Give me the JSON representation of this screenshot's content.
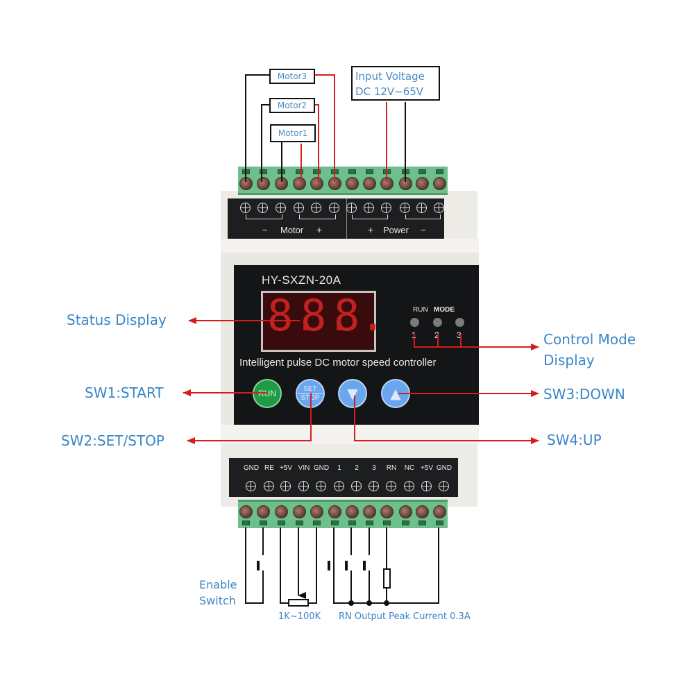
{
  "top_labels": {
    "motor3": "Motor3",
    "motor2": "Motor2",
    "motor1": "Motor1",
    "input_voltage_line1": "Input Voltage",
    "input_voltage_line2": "DC 12V~65V"
  },
  "top_panel": {
    "motor_label": "Motor",
    "motor_minus": "−",
    "motor_plus": "+",
    "power_label": "Power",
    "power_plus": "+",
    "power_minus": "−"
  },
  "front_panel": {
    "model": "HY-SXZN-20A",
    "display_digits": [
      "8.",
      "8.",
      "8."
    ],
    "run_label": "RUN",
    "mode_label": "MODE",
    "mode_leds": [
      "1",
      "2",
      "3"
    ],
    "description": "Intelligent pulse DC motor speed controller",
    "buttons": {
      "run": "RUN",
      "set": "SET",
      "stop": "STOP",
      "down": "▼",
      "up": "▲"
    }
  },
  "callouts": {
    "status_display": "Status Display",
    "sw1": "SW1:START",
    "sw2": "SW2:SET/STOP",
    "control_mode_line1": "Control Mode",
    "control_mode_line2": "Display",
    "sw3": "SW3:DOWN",
    "sw4": "SW4:UP"
  },
  "bottom_terminals": [
    "GND",
    "RE",
    "+5V",
    "VIN",
    "GND",
    "1",
    "2",
    "3",
    "RN",
    "NC",
    "+5V",
    "GND"
  ],
  "bottom_notes": {
    "enable_line1": "Enable",
    "enable_line2": "Switch",
    "pot_range": "1K~100K",
    "rn_note": "RN Output Peak Current 0.3A"
  },
  "colors": {
    "callout_blue": "#3a86c8",
    "wire_red": "#d81c1c",
    "terminal_green": "#6fbf8d",
    "run_button_green": "#1f9b45",
    "arrow_button_blue": "#6aa6ee"
  }
}
